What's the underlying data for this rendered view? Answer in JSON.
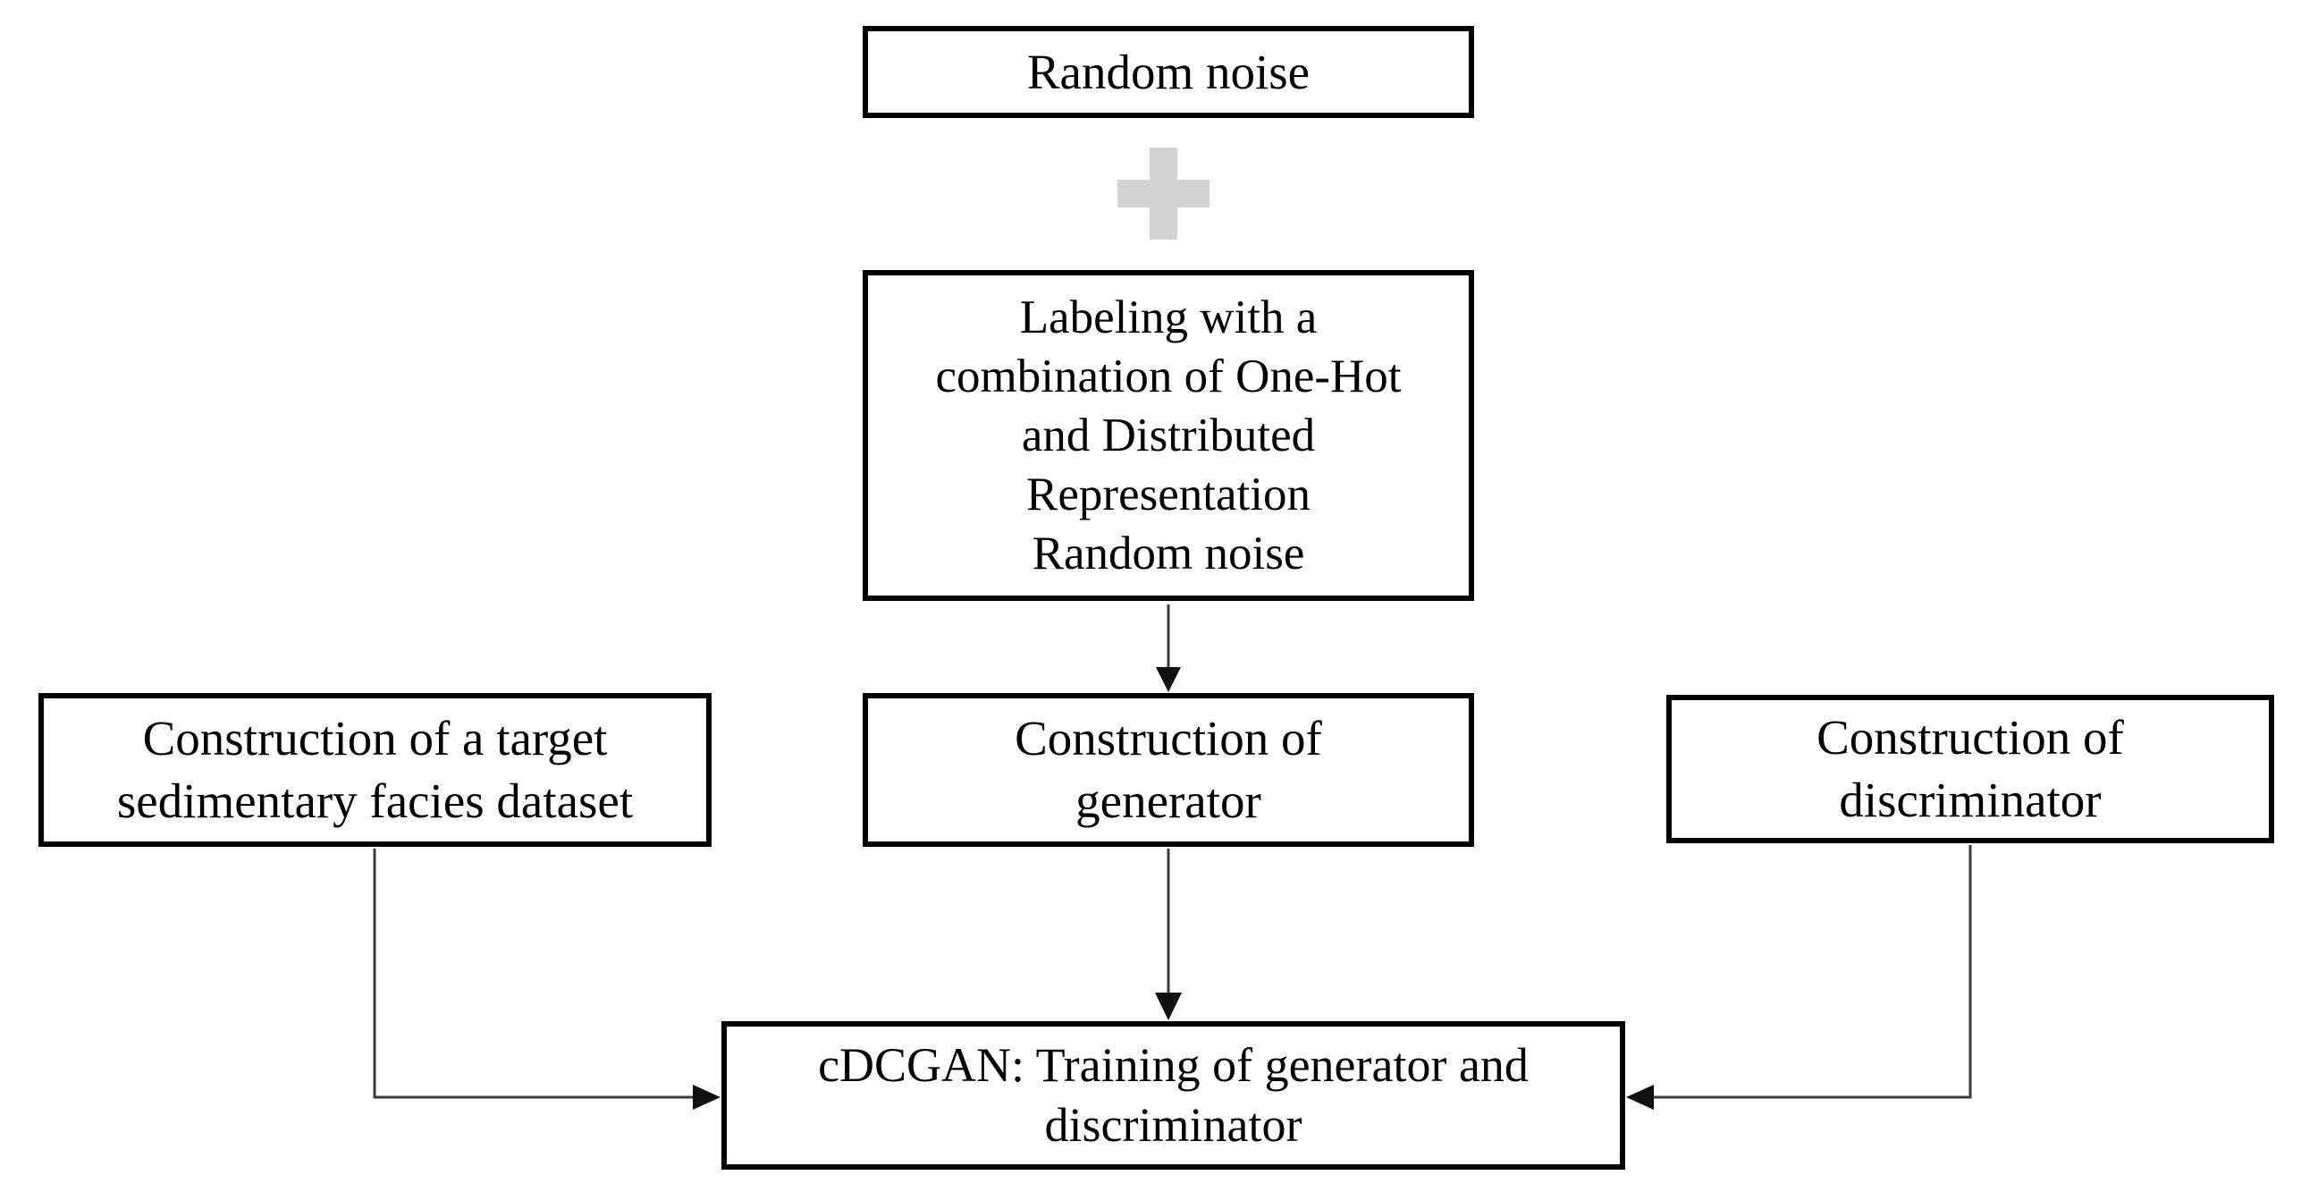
{
  "diagram": {
    "background": "#ffffff",
    "colors": {
      "box_border": "#000000",
      "text": "#000000",
      "connector_line": "#3c3c3c",
      "arrowhead": "#101010",
      "plus_icon": "#d3d3d1"
    },
    "icons": {
      "plus": "+"
    },
    "nodes": {
      "random_noise": {
        "label": "Random noise",
        "lines": [
          "Random noise"
        ]
      },
      "labeling": {
        "label": "Labeling with a combination of One-Hot and Distributed Representation Random noise",
        "lines": [
          "Labeling with a",
          "combination of One-Hot",
          "and Distributed",
          "Representation",
          "Random noise"
        ]
      },
      "dataset": {
        "label": "Construction of a target sedimentary facies dataset",
        "lines": [
          "Construction of a target",
          "sedimentary facies dataset"
        ]
      },
      "generator": {
        "label": "Construction of generator",
        "lines": [
          "Construction of",
          "generator"
        ]
      },
      "discriminator": {
        "label": "Construction of discriminator",
        "lines": [
          "Construction of",
          "discriminator"
        ]
      },
      "cdcgan": {
        "label": "cDCGAN: Training of generator and discriminator",
        "lines": [
          "cDCGAN: Training of generator and",
          "discriminator"
        ]
      }
    },
    "edges": [
      {
        "from": "random_noise",
        "to": "labeling",
        "connector": "plus-combination"
      },
      {
        "from": "labeling",
        "to": "generator",
        "connector": "arrow"
      },
      {
        "from": "generator",
        "to": "cdcgan",
        "connector": "arrow"
      },
      {
        "from": "dataset",
        "to": "cdcgan",
        "connector": "elbow-arrow"
      },
      {
        "from": "discriminator",
        "to": "cdcgan",
        "connector": "elbow-arrow"
      }
    ]
  }
}
